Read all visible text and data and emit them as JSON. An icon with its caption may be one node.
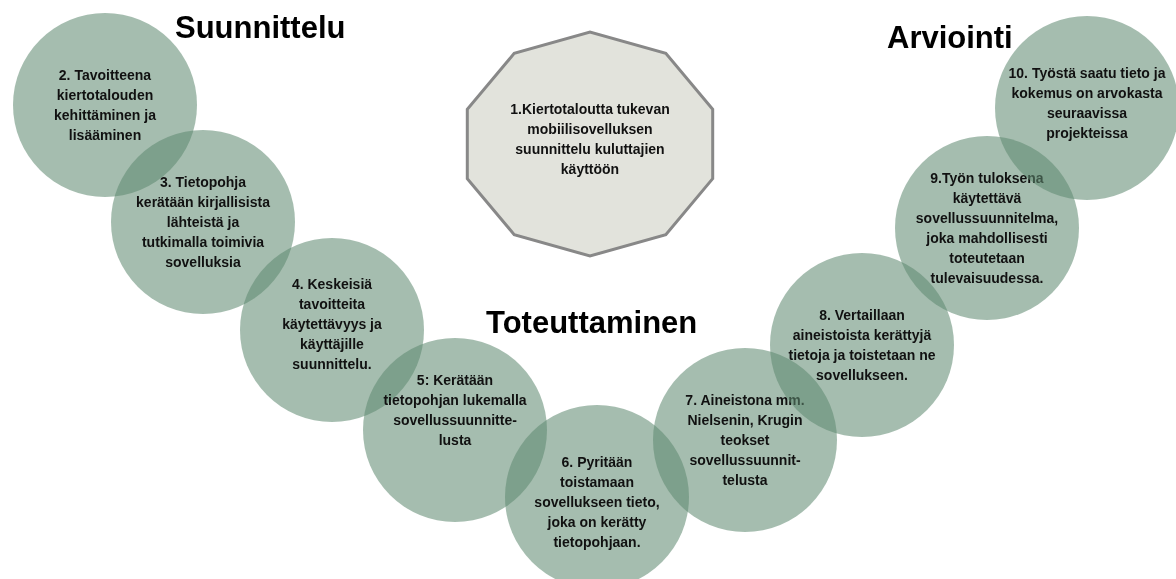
{
  "diagram": {
    "nodes": [
      {
        "text": [
          "1.Kiertotaloutta tukevan mobiilisovelluksen suunnittelu kuluttajien käyttöön"
        ]
      },
      {
        "text": [
          "2. Tavoitteena kiertotalouden kehittäminen ja lisääminen"
        ]
      },
      {
        "text": [
          "3. Tietopohja kerätään kirjallisista lähteistä ja tutkimalla toimivia sovelluksia"
        ]
      },
      {
        "text": [
          "4. Keskeisiä tavoitteita käytettävyys ja käyttäjille suunnittelu."
        ]
      },
      {
        "text": [
          "5: Kerätään tietopohjan lukemalla sovellussuunnitte-lusta"
        ]
      },
      {
        "text": [
          "6. Pyritään toistamaan sovellukseen tieto, joka on kerätty tietopohjaan."
        ]
      },
      {
        "text": [
          "7. Aineistona mm. Nielsenin, Krugin teokset sovellussuunnit-telusta"
        ]
      },
      {
        "text": [
          "8. Vertaillaan aineistoista kerättyjä tietoja ja toistetaan ne sovellukseen."
        ]
      },
      {
        "text": [
          "9.Työn tuloksena käytettävä sovellussuunnitelma, joka mahdollisesti toteutetaan tulevaisuudessa."
        ]
      },
      {
        "text": [
          "10. Työstä saatu tieto ja kokemus on arvokasta seuraavissa projekteissa"
        ]
      }
    ],
    "labels": [
      "Suunnittelu",
      "Arviointi",
      "Toteuttaminen"
    ]
  }
}
